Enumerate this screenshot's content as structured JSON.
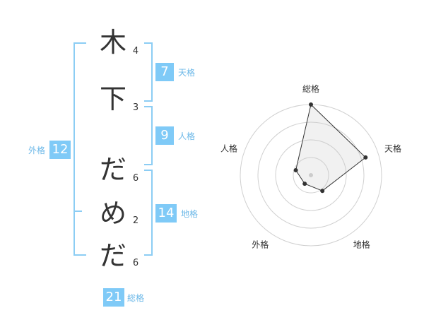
{
  "name_chars": [
    "木",
    "下",
    "だ",
    "め",
    "だ"
  ],
  "stroke_counts": [
    "4",
    "3",
    "6",
    "2",
    "6"
  ],
  "kaku": {
    "tenkaku": {
      "value": "7",
      "label": "天格"
    },
    "jinkaku": {
      "value": "9",
      "label": "人格"
    },
    "chikaku": {
      "value": "14",
      "label": "地格"
    },
    "gaikaku": {
      "value": "12",
      "label": "外格"
    },
    "soukaku": {
      "value": "21",
      "label": "総格"
    }
  },
  "colors": {
    "accent": "#7fcaf7",
    "bracket": "#8ccdf4",
    "label": "#6cb8e8"
  },
  "chart_data": {
    "type": "radar",
    "axes": [
      "総格",
      "天格",
      "地格",
      "外格",
      "人格"
    ],
    "values": [
      4.0,
      3.25,
      1.1,
      0.6,
      0.9
    ],
    "max": 4,
    "rings": 4
  }
}
